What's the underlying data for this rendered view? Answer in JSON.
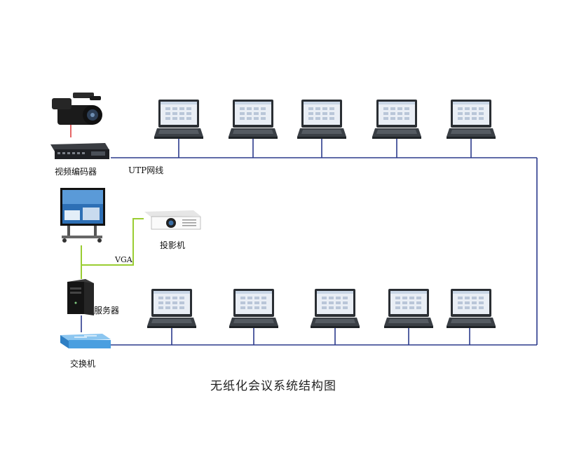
{
  "labels": {
    "encoder": "视频编码器",
    "utp": "UTP网线",
    "projector": "投影机",
    "vga": "VGA",
    "server": "服务器",
    "switch": "交换机"
  },
  "title": "无纸化会议系统结构图",
  "colors": {
    "network_line": "#2b3a8c",
    "vga_line": "#9acd32",
    "laptop_screen": "#e9eef5",
    "laptop_bezel": "#2a2e33",
    "switch_blue": "#4a9fe0"
  },
  "icons": {
    "camera": "video-camera-icon",
    "encoder": "encoder-box-icon",
    "whiteboard": "interactive-whiteboard-icon",
    "projector": "projector-icon",
    "server": "server-tower-icon",
    "switch": "network-switch-icon",
    "laptop": "laptop-icon"
  },
  "top_row_terminals": [
    "laptop",
    "laptop",
    "laptop",
    "laptop",
    "laptop"
  ],
  "bottom_row_terminals": [
    "laptop",
    "laptop",
    "laptop",
    "laptop",
    "laptop"
  ]
}
